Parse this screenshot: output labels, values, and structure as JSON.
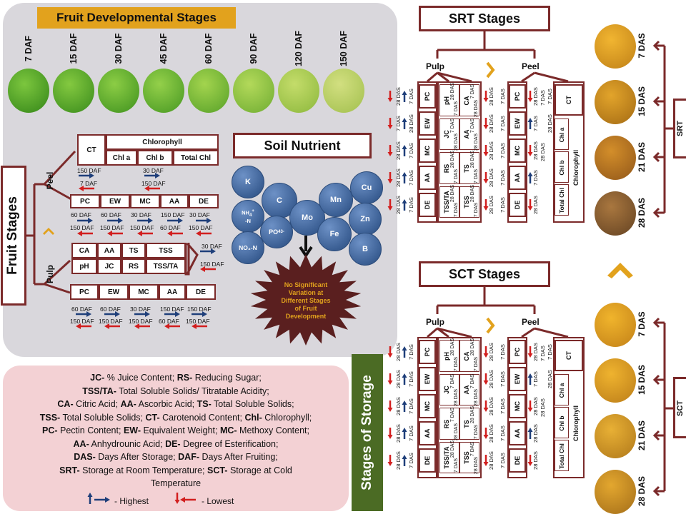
{
  "banner": "Fruit Developmental Stages",
  "fruit_stages_label": "Fruit Stages",
  "storage_label": "Stages of Storage",
  "daf_labels": [
    "7 DAF",
    "15 DAF",
    "30 DAF",
    "45 DAF",
    "60 DAF",
    "90 DAF",
    "120 DAF",
    "150 DAF"
  ],
  "colors": {
    "frame": "#7b2a2a",
    "gold": "#e2a21d",
    "highest": "#1f3f7a",
    "lowest": "#d21f1f",
    "nutrient": "#3b5f94",
    "burst": "#5a1f1f"
  },
  "peel": {
    "label": "Peel",
    "ct": "CT",
    "chlorophyll": "Chlorophyll",
    "chl_a": "Chl a",
    "chl_b": "Chl b",
    "total_chl": "Total Chl",
    "ct_high": "150 DAF",
    "ct_low": "7 DAF",
    "chl_high": "30 DAF",
    "chl_low": "150 DAF",
    "params": [
      "PC",
      "EW",
      "MC",
      "AA",
      "DE"
    ],
    "params_high": [
      "60 DAF",
      "60 DAF",
      "30 DAF",
      "150 DAF",
      "30 DAF"
    ],
    "params_low": [
      "150 DAF",
      "150 DAF",
      "150 DAF",
      "60 DAF",
      "150 DAF"
    ]
  },
  "pulp": {
    "label": "Pulp",
    "row1": [
      "CA",
      "AA",
      "TS",
      "TSS"
    ],
    "row2": [
      "pH",
      "JC",
      "RS",
      "TSS/TA"
    ],
    "group_high": "30 DAF",
    "group_low": "150 DAF",
    "params": [
      "PC",
      "EW",
      "MC",
      "AA",
      "DE"
    ],
    "params_high": [
      "60 DAF",
      "60 DAF",
      "30 DAF",
      "150 DAF",
      "150 DAF"
    ],
    "params_low": [
      "150 DAF",
      "150 DAF",
      "150 DAF",
      "60 DAF",
      "150 DAF"
    ]
  },
  "soil": {
    "title": "Soil Nutrient",
    "nutrients": [
      "K",
      "C",
      "Mo",
      "Mn",
      "Cu",
      "Zn",
      "Fe",
      "B"
    ],
    "nh4": [
      "NH",
      "4",
      "+",
      "-N"
    ],
    "po4": [
      "PO",
      "4",
      "3-"
    ],
    "no3": "NO₃-N",
    "note": [
      "No Significant",
      "Variation at",
      "Different Stages",
      "of Fruit",
      "Development"
    ]
  },
  "srt": {
    "title": "SRT Stages",
    "side": "SRT",
    "pulp": "Pulp",
    "peel": "Peel",
    "das": [
      "7 DAS",
      "15 DAS",
      "21 DAS",
      "28 DAS"
    ]
  },
  "sct": {
    "title": "SCT Stages",
    "side": "SCT",
    "pulp": "Pulp",
    "peel": "Peel",
    "das": [
      "7 DAS",
      "15 DAS",
      "21 DAS",
      "28 DAS"
    ]
  },
  "storage_boxes": {
    "pulp_left": [
      "PC",
      "EW",
      "MC",
      "AA",
      "DE"
    ],
    "pulp_mid1": [
      "pH",
      "JC",
      "RS",
      "TSS/TA"
    ],
    "pulp_mid2": [
      "CA",
      "AA",
      "TS",
      "TSS"
    ],
    "peel_left": [
      "PC",
      "EW",
      "MC",
      "AA",
      "DE"
    ],
    "ct": "CT",
    "chl_a": "Chl a",
    "chl_b": "Chl b",
    "total_chl": "Total Chl",
    "chlorophyll": "Chlorophyll"
  },
  "srt_labels": {
    "pulp_left": [
      [
        "28 DAS",
        "7 DAS"
      ],
      [
        "7 DAS",
        "28 DAS"
      ],
      [
        "28 DAS",
        "7 DAS"
      ],
      [
        "28 DAS",
        "7 DAS"
      ],
      [
        "28 DAS",
        "7 DAS"
      ]
    ],
    "pulp_mid1": [
      [
        "28 DAS",
        "7 DAS"
      ],
      [
        "7 DAS",
        "28 DAS"
      ],
      [
        "28 DAS",
        "7 DAS"
      ],
      [
        "28 DAS",
        "7 DAS"
      ]
    ],
    "pulp_mid2": [
      [
        "7 DAS",
        "28 DAS"
      ],
      [
        "7 DAS",
        "28 DAS"
      ],
      [
        "28 DAS",
        "7 DAS"
      ],
      [
        "28 DAS",
        "7 DAS"
      ]
    ],
    "pulp_right": [
      [
        "28 DAS",
        "7 DAS"
      ],
      [
        "28 DAS",
        "7 DAS"
      ],
      [
        "28 DAS",
        "7 DAS"
      ],
      [
        "28 DAS",
        "7 DAS"
      ],
      [
        "28 DAS",
        "7 DAS"
      ]
    ],
    "peel_left": [
      [
        "28 DAS",
        "7 DAS"
      ],
      [
        "7 DAS",
        "28 DAS"
      ],
      [
        "28 DAS",
        "7 DAS"
      ],
      [
        "7 DAS",
        "28 DAS"
      ],
      [
        "28 DAS",
        "7 DAS"
      ]
    ],
    "peel_right": [
      [
        "7 DAS",
        "28 DAS"
      ],
      [
        "28 DAS",
        "7 DAS"
      ]
    ]
  },
  "sct_labels": {
    "pulp_left": [
      [
        "28 DAS",
        "7 DAS"
      ],
      [
        "28 DAS",
        "7 DAS"
      ],
      [
        "28 DAS",
        "7 DAS"
      ],
      [
        "28 DAS",
        "7 DAS"
      ],
      [
        "28 DAS",
        "7 DAS"
      ]
    ],
    "pulp_mid1": [
      [
        "28 DAS",
        "7 DAS"
      ],
      [
        "7 DAS",
        "28 DAS"
      ],
      [
        "7 DAS",
        "28 DAS"
      ],
      [
        "28 DAS",
        "7 DAS"
      ]
    ],
    "pulp_mid2": [
      [
        "28 DAS",
        "7 DAS"
      ],
      [
        "7 DAS",
        "28 DAS"
      ],
      [
        "28 DAS",
        "7 DAS"
      ],
      [
        "7 DAS",
        "28 DAS"
      ]
    ],
    "pulp_right": [
      [
        "28 DAS",
        "7 DAS"
      ],
      [
        "28 DAS",
        "7 DAS"
      ],
      [
        "28 DAS",
        "7 DAS"
      ],
      [
        "28 DAS",
        "7 DAS"
      ],
      [
        "28 DAS",
        "7 DAS"
      ]
    ],
    "peel_left": [
      [
        "28 DAS",
        "7 DAS"
      ],
      [
        "7 DAS",
        "28 DAS"
      ],
      [
        "28 DAS",
        "7 DAS"
      ],
      [
        "28 DAS",
        "7 DAS"
      ],
      [
        "28 DAS",
        "7 DAS"
      ]
    ],
    "peel_right": [
      [
        "7 DAS",
        "28 DAS"
      ],
      [
        "28 DAS",
        "7 DAS"
      ]
    ]
  },
  "abbr": {
    "lines": [
      [
        {
          "b": "JC-"
        },
        {
          "t": " % Juice Content; "
        },
        {
          "b": "RS-"
        },
        {
          "t": " Reducing Sugar;"
        }
      ],
      [
        {
          "b": "TSS/TA-"
        },
        {
          "t": " Total Soluble Solids/ Titratable Acidity;"
        }
      ],
      [
        {
          "b": "CA-"
        },
        {
          "t": " Citric Acid; "
        },
        {
          "b": "AA-"
        },
        {
          "t": " Ascorbic Acid; "
        },
        {
          "b": "TS-"
        },
        {
          "t": " Total Soluble Solids;"
        }
      ],
      [
        {
          "b": "TSS-"
        },
        {
          "t": " Total Soluble Solids; "
        },
        {
          "b": "CT-"
        },
        {
          "t": " Carotenoid Content; "
        },
        {
          "b": "Chl-"
        },
        {
          "t": " Chlorophyll;"
        }
      ],
      [
        {
          "b": "PC-"
        },
        {
          "t": " Pectin Content; "
        },
        {
          "b": "EW-"
        },
        {
          "t": " Equivalent Weight; "
        },
        {
          "b": "MC-"
        },
        {
          "t": " Methoxy Content;"
        }
      ],
      [
        {
          "b": "AA-"
        },
        {
          "t": " Anhydrounic Acid; "
        },
        {
          "b": "DE-"
        },
        {
          "t": " Degree of Esterification;"
        }
      ],
      [
        {
          "b": "DAS-"
        },
        {
          "t": " Days After Storage; "
        },
        {
          "b": "DAF-"
        },
        {
          "t": " Days After Fruiting;"
        }
      ],
      [
        {
          "b": "SRT-"
        },
        {
          "t": " Storage at Room Temperature; "
        },
        {
          "b": "SCT-"
        },
        {
          "t": " Storage at Cold"
        }
      ],
      [
        {
          "t": "Temperature"
        }
      ]
    ],
    "highest": "-  Highest",
    "lowest": "-  Lowest"
  }
}
